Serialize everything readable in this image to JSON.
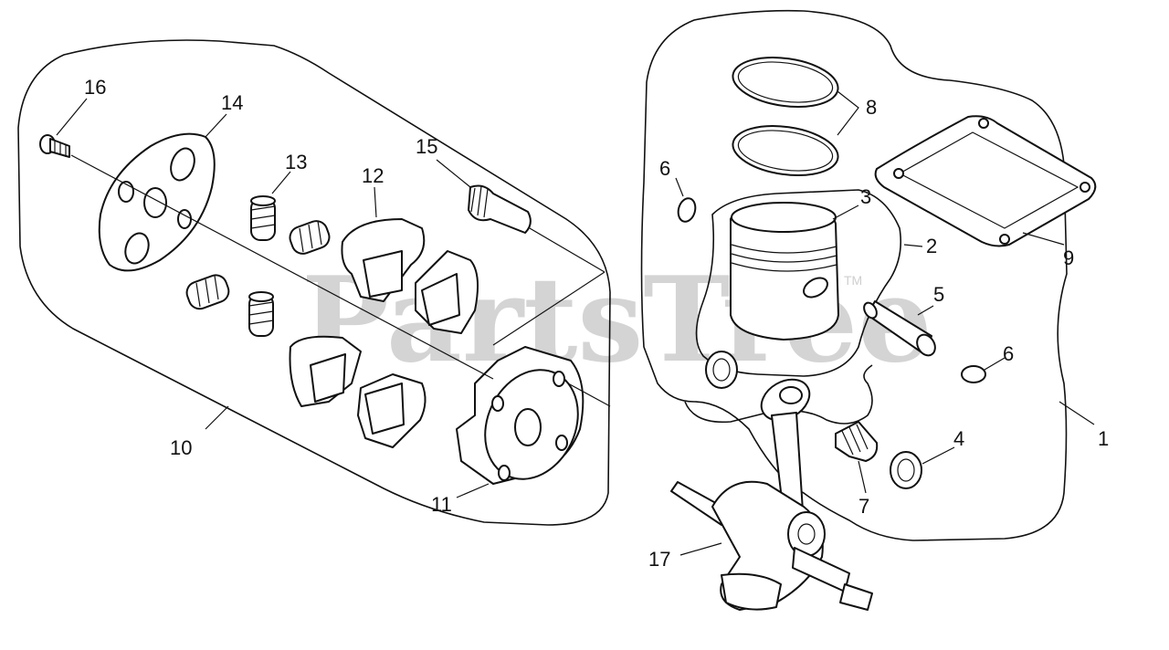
{
  "watermark": {
    "text": "PartsTree",
    "trademark": "TM"
  },
  "callouts": {
    "c1": "1",
    "c2": "2",
    "c3": "3",
    "c4": "4",
    "c5": "5",
    "c6a": "6",
    "c6b": "6",
    "c7": "7",
    "c8": "8",
    "c9": "9",
    "c10": "10",
    "c11": "11",
    "c12": "12",
    "c13": "13",
    "c14": "14",
    "c15": "15",
    "c16": "16",
    "c17": "17"
  },
  "colors": {
    "ink": "#111111",
    "watermark": "#d4d4d4",
    "background": "#ffffff"
  }
}
